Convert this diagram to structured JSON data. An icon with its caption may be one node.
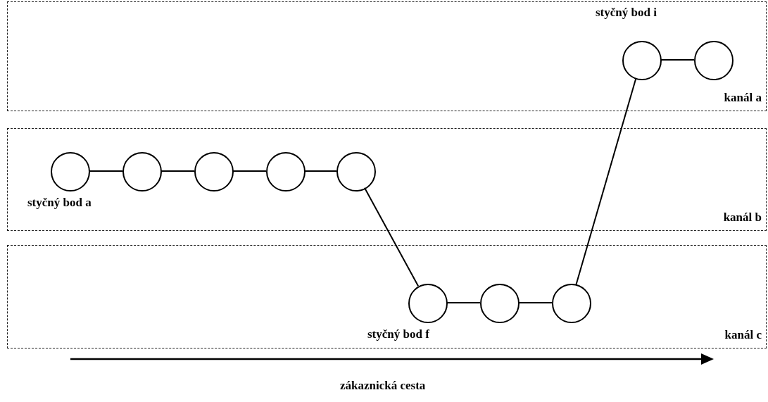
{
  "diagram": {
    "nodes": [
      {
        "text": [
          "kanál a"
        ]
      },
      {
        "text": [],
        "shape": "circle",
        "in": 0,
        "beside": [
          "styčný bod i"
        ]
      },
      {
        "text": [],
        "shape": "circle",
        "in": 0
      },
      {
        "text": [
          "kanál b"
        ]
      },
      {
        "text": [],
        "shape": "circle",
        "in": 3,
        "beside": [
          "styčný bod a"
        ]
      },
      {
        "text": [],
        "shape": "circle",
        "in": 3
      },
      {
        "text": [],
        "shape": "circle",
        "in": 3
      },
      {
        "text": [],
        "shape": "circle",
        "in": 3
      },
      {
        "text": [],
        "shape": "circle",
        "in": 3
      },
      {
        "text": [
          "kanál c"
        ]
      },
      {
        "text": [],
        "shape": "circle",
        "in": 9,
        "beside": [
          "styčný bod f"
        ]
      },
      {
        "text": [],
        "shape": "circle",
        "in": 9
      },
      {
        "text": [],
        "shape": "circle",
        "in": 9
      }
    ],
    "edges": [
      {
        "from": 4,
        "to": 5,
        "arrow": "none"
      },
      {
        "from": 5,
        "to": 6,
        "arrow": "none"
      },
      {
        "from": 6,
        "to": 7,
        "arrow": "none"
      },
      {
        "from": 7,
        "to": 8,
        "arrow": "none"
      },
      {
        "from": 8,
        "to": 10,
        "arrow": "none"
      },
      {
        "from": 10,
        "to": 11,
        "arrow": "none"
      },
      {
        "from": 11,
        "to": 12,
        "arrow": "none"
      },
      {
        "from": 12,
        "to": 1,
        "arrow": "none"
      },
      {
        "from": 1,
        "to": 2,
        "arrow": "none"
      }
    ],
    "labels": [
      "zákaznická cesta"
    ]
  }
}
